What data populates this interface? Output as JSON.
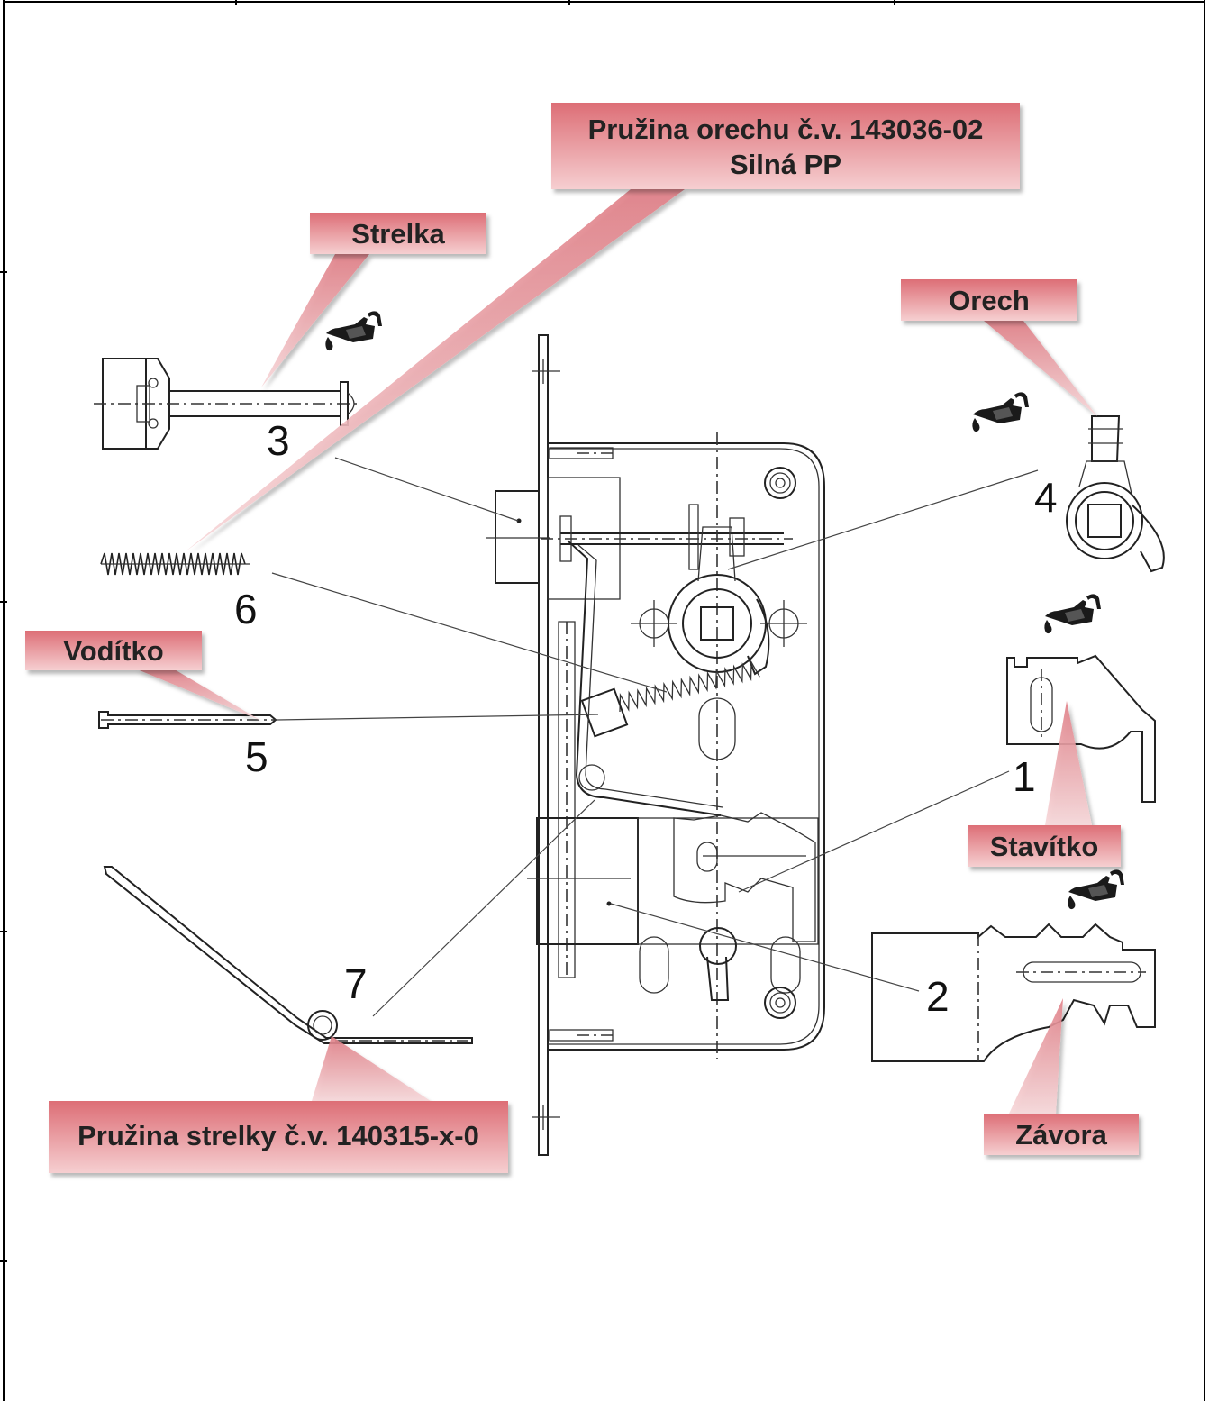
{
  "callouts": {
    "pruzina_orechu": {
      "line1": "Pružina orechu č.v. 143036-02",
      "line2": "Silná PP"
    },
    "strelka": "Strelka",
    "orech": "Orech",
    "vodidko": "Vodítko",
    "stavitko": "Stavítko",
    "zavora": "Závora",
    "pruzina_strelky": "Pružina strelky č.v. 140315-x-0"
  },
  "part_numbers": {
    "n1": "1",
    "n2": "2",
    "n3": "3",
    "n4": "4",
    "n5": "5",
    "n6": "6",
    "n7": "7"
  },
  "colors": {
    "callout_fill_top": "#dd6e76",
    "callout_fill_bottom": "#f5c9cc",
    "pointer_fill": "#eaa3a8",
    "line": "#222222",
    "frame": "#000000"
  },
  "icons": [
    "oil-can-icon"
  ]
}
